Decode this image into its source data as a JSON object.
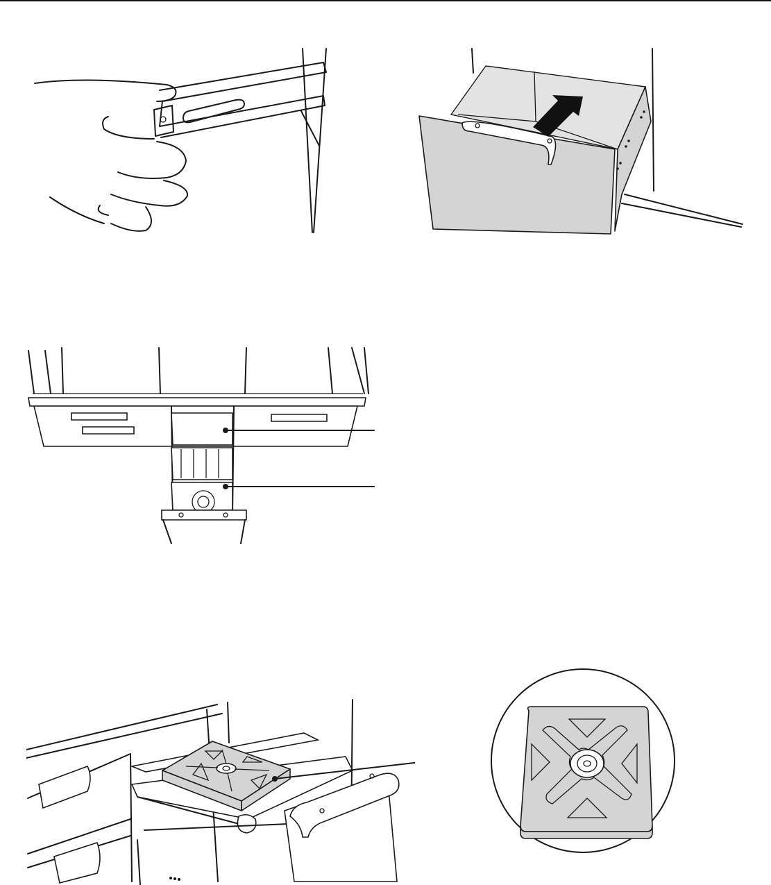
{
  "page": {
    "figures": [
      {
        "id": "fig-slide-release",
        "icon": "hand-release-slide-illustration"
      },
      {
        "id": "fig-drawer-push",
        "icon": "drawer-push-in-arrow-illustration"
      },
      {
        "id": "fig-drawer-top-view",
        "icon": "drawer-top-view-callout-illustration"
      },
      {
        "id": "fig-pad-placement",
        "icon": "pad-on-slide-illustration"
      },
      {
        "id": "fig-pad-detail",
        "icon": "pad-magnified-detail-illustration"
      }
    ]
  }
}
